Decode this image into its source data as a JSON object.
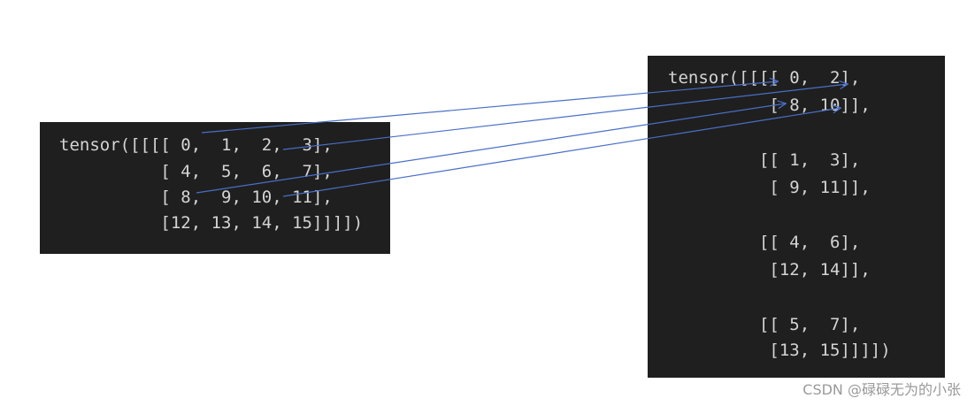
{
  "left_tensor": {
    "lines": [
      "tensor([[[[ 0,  1,  2,  3],",
      "          [ 4,  5,  6,  7],",
      "          [ 8,  9, 10, 11],",
      "          [12, 13, 14, 15]]]])"
    ]
  },
  "right_tensor": {
    "lines": [
      "tensor([[[[ 0,  2],",
      "          [ 8, 10]],",
      "",
      "         [[ 1,  3],",
      "          [ 9, 11]],",
      "",
      "         [[ 4,  6],",
      "          [12, 14]],",
      "",
      "         [[ 5,  7],",
      "          [13, 15]]]])"
    ]
  },
  "colors": {
    "panel_background": "#1f1f1f",
    "code_text": "#d4d4d4",
    "arrow": "#4a6fc7"
  },
  "watermark": "CSDN @碌碌无为的小张"
}
